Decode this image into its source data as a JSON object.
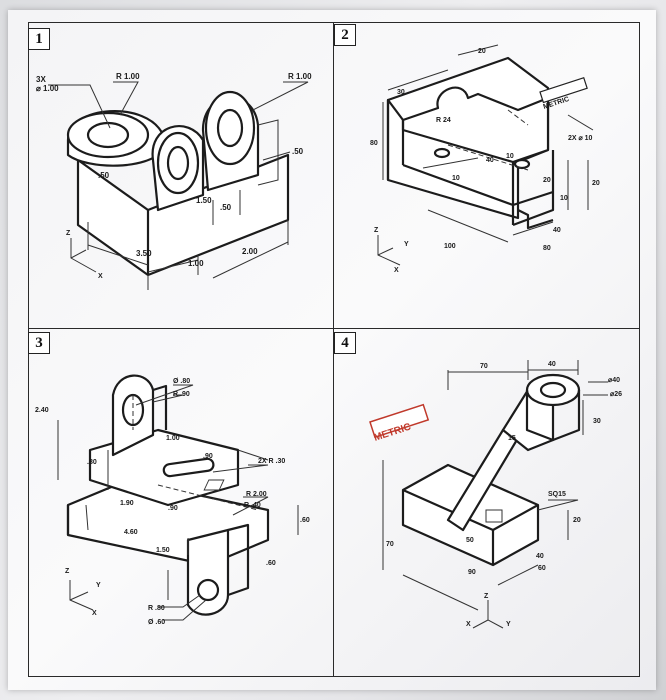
{
  "panels": {
    "p1": {
      "number": "1",
      "dims": {
        "hole_count": "3X",
        "hole_dia": "⌀ 1.00",
        "r1": "R 1.00",
        "r2": "R 1.00",
        "d50a": ".50",
        "d50b": ".50",
        "d150": "1.50",
        "d50c": ".50",
        "d350": "3.50",
        "d100": "1.00",
        "d200": "2.00"
      },
      "axes": {
        "z": "Z",
        "x": "X"
      }
    },
    "p2": {
      "number": "2",
      "badge": "METRIC",
      "dims": {
        "d20top": "20",
        "d30": "30",
        "r24": "R 24",
        "d80": "80",
        "holes": "2X ⌀ 10",
        "d40": "40",
        "d10a": "10",
        "d10b": "10",
        "d20r": "20",
        "d20rr": "20",
        "d10c": "10",
        "d100": "100",
        "d40b": "40",
        "d80b": "80"
      },
      "axes": {
        "z": "Z",
        "y": "Y",
        "x": "X"
      }
    },
    "p3": {
      "number": "3",
      "dims": {
        "dia80": "Ø .80",
        "r90": "R .90",
        "d240": "2.40",
        "d100": "1.00",
        "d90": ".90",
        "d80": ".80",
        "r30": "2X R .30",
        "d190": "1.90",
        "d90b": ".90",
        "r200": "R 2.00",
        "r40": "R .40",
        "d60": ".60",
        "d460": "4.60",
        "d150": "1.50",
        "d60b": ".60",
        "r80": "R .80",
        "dia60": "Ø .60"
      },
      "axes": {
        "z": "Z",
        "y": "Y",
        "x": "X"
      }
    },
    "p4": {
      "number": "4",
      "badge": "METRIC",
      "dims": {
        "d70": "70",
        "d40": "40",
        "dia40": "⌀40",
        "dia26": "⌀26",
        "d30": "30",
        "d15": "15",
        "sq15": "SQ15",
        "d20": "20",
        "d70v": "70",
        "d50": "50",
        "d90": "90",
        "d40b": "40",
        "d60": "60"
      },
      "axes": {
        "z": "Z",
        "y": "Y",
        "x": "X"
      }
    }
  }
}
